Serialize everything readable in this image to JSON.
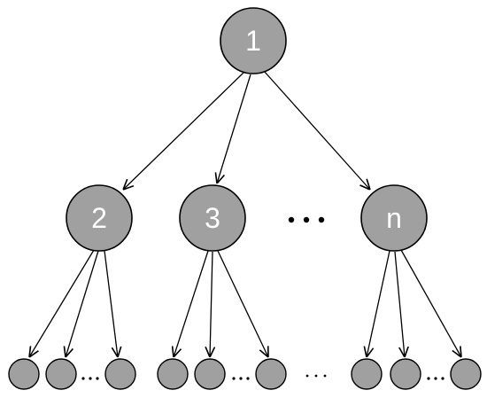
{
  "tree": {
    "root": {
      "label": "1"
    },
    "children": [
      {
        "label": "2"
      },
      {
        "label": "3"
      },
      {
        "label": "n"
      }
    ],
    "ellipsis_between_children": true,
    "leaf_groups": [
      {
        "parent": "2",
        "visible_leaves": 3,
        "ellipsis_before_last": true
      },
      {
        "parent": "3",
        "visible_leaves": 3,
        "ellipsis_before_last": true
      },
      {
        "parent": "n",
        "visible_leaves": 3,
        "ellipsis_before_last": true
      }
    ],
    "ellipsis_between_leaf_groups": true
  },
  "colors": {
    "node_fill": "#a0a0a0",
    "node_stroke": "#000000",
    "label": "#ffffff",
    "edge": "#000000"
  }
}
